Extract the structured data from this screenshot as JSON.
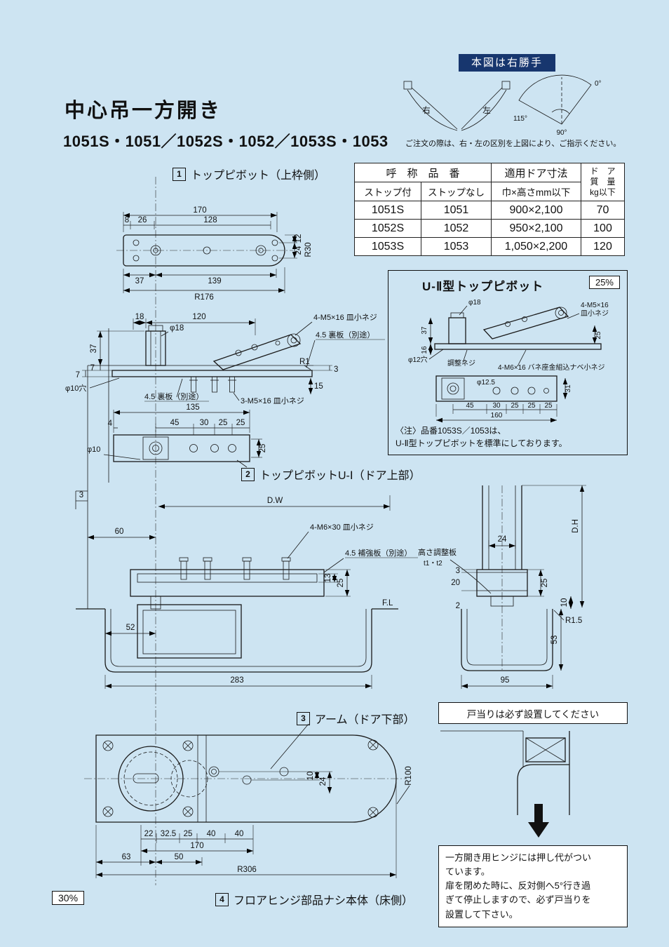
{
  "header": {
    "badge": "本図は右勝手",
    "title": "中心吊一方開き",
    "models": "1051S・1051／1052S・1052／1053S・1053",
    "caption": "ご注文の際は、右・左の区別を上図により、ご指示ください。",
    "swing": {
      "right": "右",
      "left": "左",
      "deg0": "0°",
      "deg115": "115°",
      "deg90": "90°"
    }
  },
  "table": {
    "headers": {
      "item": "呼　称　品　番",
      "stop": "ストップ付",
      "nostop": "ストップなし",
      "door": "適用ドア寸法",
      "size": "巾×高さmm以下",
      "mass_l1": "ド　ア",
      "mass_l2": "質　量",
      "mass_l3": "kg以下"
    },
    "rows": [
      {
        "stop": "1051S",
        "nostop": "1051",
        "size": "900×2,100",
        "mass": "70"
      },
      {
        "stop": "1052S",
        "nostop": "1052",
        "size": "950×2,100",
        "mass": "100"
      },
      {
        "stop": "1053S",
        "nostop": "1053",
        "size": "1,050×2,200",
        "mass": "120"
      }
    ]
  },
  "sections": {
    "s1": {
      "no": "1",
      "label": "トップピボット（上枠側）"
    },
    "s2": {
      "no": "2",
      "label": "トップピボットU-Ⅰ（ドア上部）"
    },
    "s3": {
      "no": "3",
      "label": "アーム（ドア下部）"
    },
    "s4": {
      "no": "4",
      "label": "フロアヒンジ部品ナシ本体（床側）"
    }
  },
  "u2": {
    "title": "U-Ⅱ型トップピボット",
    "scale": "25%",
    "note": "〈注〉品番1053S／1053は、\nU-Ⅱ型トップピボットを標準にしております。"
  },
  "stop_note": "戸当りは必ず設置してください",
  "warning": "一方開き用ヒンジには押し代がつい\nています。\n扉を閉めた時に、反対側へ5°行き過\nぎて停止しますので、必ず戸当りを\n設置して下さい。",
  "scale30": "30%",
  "dims": {
    "d2": "2",
    "d3": "3",
    "d4": "4",
    "d7": "7",
    "d8": "8",
    "d10": "10",
    "d12": "12",
    "d13": "13",
    "d15": "15",
    "d16": "16",
    "d18": "18",
    "d20": "20",
    "d22": "22",
    "d24": "24",
    "d25": "25",
    "d26": "26",
    "d30": "30",
    "d31": "31",
    "d32_5": "32.5",
    "d37": "37",
    "d40": "40",
    "d45": "45",
    "d50": "50",
    "d52": "52",
    "d53": "53",
    "d60": "60",
    "d63": "63",
    "d95": "95",
    "d120": "120",
    "d128": "128",
    "d135": "135",
    "d139": "139",
    "d160": "160",
    "d170": "170",
    "d283": "283",
    "r1": "R1",
    "r1_5": "R1.5",
    "r30": "R30",
    "r100": "R100",
    "r176": "R176",
    "r306": "R306",
    "phi10": "φ10",
    "phi10ana": "φ10穴",
    "phi12ana": "φ12穴",
    "phi12_5": "φ12.5",
    "phi18": "φ18",
    "dw": "D.W",
    "dh": "D.H",
    "fl": "F.L"
  },
  "notes": {
    "screw4m5": "4-M5×16 皿小ネジ",
    "screw4m5_l1": "4-M5×16",
    "screw4m5_l2": "皿小ネジ",
    "back": "4.5 裏板（別途）",
    "screw3m5": "3-M5×16 皿小ネジ",
    "screw4m6_30": "4-M6×30 皿小ネジ",
    "rein": "4.5 補強板（別途）",
    "hplate": "高さ調整板",
    "t1t2": "t1・t2",
    "adj": "調整ネジ",
    "screw4m6_16": "4-M6×16 バネ座金組込ナベ小ネジ"
  }
}
